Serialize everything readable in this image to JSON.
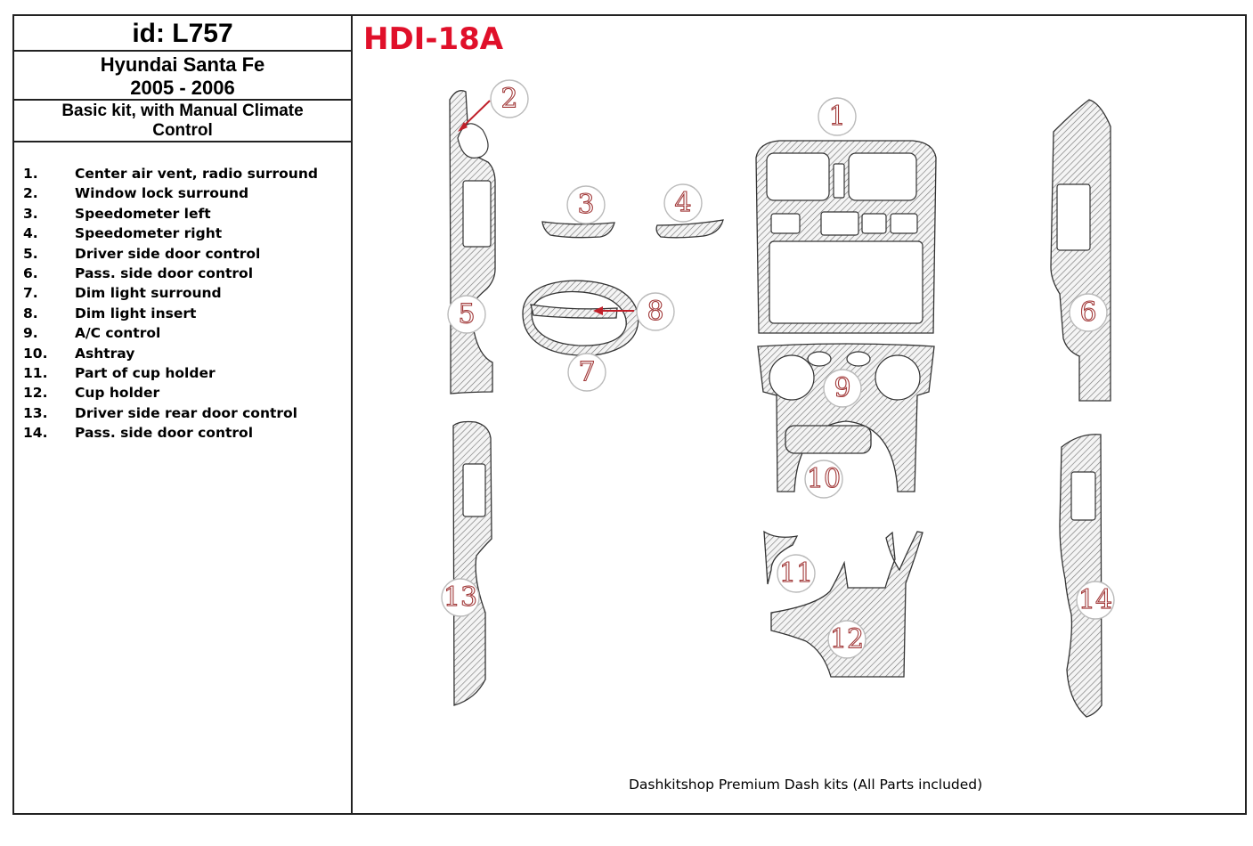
{
  "header": {
    "id": "id: L757",
    "vehicle_line1": "Hyundai Santa Fe",
    "vehicle_line2": "2005 - 2006",
    "kit_line1": "Basic kit, with Manual Climate",
    "kit_line2": "Control"
  },
  "code": "HDI-18A",
  "parts": [
    {
      "num": "1.",
      "name": "Center air vent, radio surround"
    },
    {
      "num": "2.",
      "name": "Window  lock surround"
    },
    {
      "num": "3.",
      "name": "Speedometer left"
    },
    {
      "num": "4.",
      "name": "Speedometer right"
    },
    {
      "num": "5.",
      "name": "Driver side door control"
    },
    {
      "num": "6.",
      "name": "Pass. side door control"
    },
    {
      "num": "7.",
      "name": "Dim light surround"
    },
    {
      "num": "8.",
      "name": "Dim light insert"
    },
    {
      "num": "9.",
      "name": "A/C control"
    },
    {
      "num": "10.",
      "name": "Ashtray"
    },
    {
      "num": "11.",
      "name": "Part of cup holder"
    },
    {
      "num": "12.",
      "name": "Cup holder"
    },
    {
      "num": "13.",
      "name": "Driver side rear door control"
    },
    {
      "num": "14.",
      "name": "Pass. side door control"
    }
  ],
  "markers": [
    "1",
    "2",
    "3",
    "4",
    "5",
    "6",
    "7",
    "8",
    "9",
    "10",
    "11",
    "12",
    "13",
    "14"
  ],
  "footer": "Dashkitshop Premium Dash kits (All Parts included)",
  "colors": {
    "code": "#e0102a",
    "arrow": "#c0202a",
    "marker_outline": "#a23a3a"
  }
}
